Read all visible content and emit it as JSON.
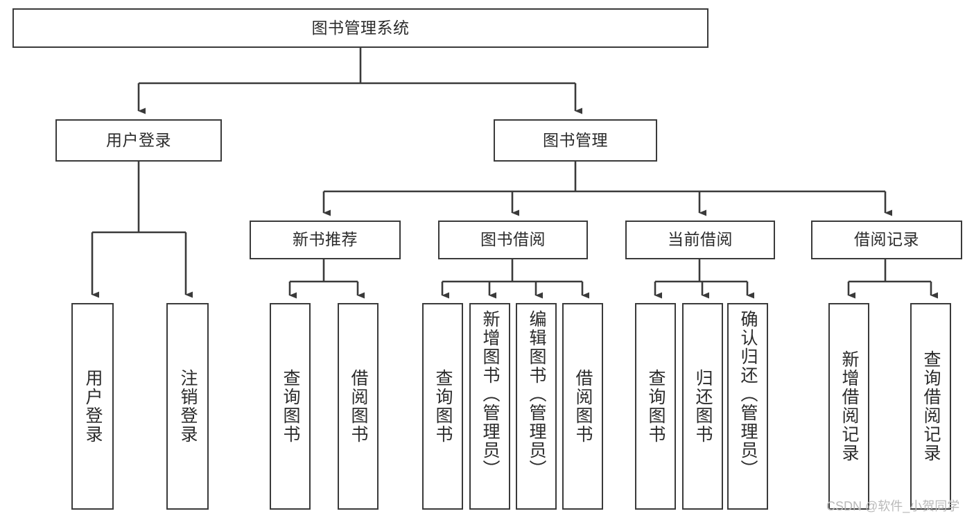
{
  "diagram": {
    "type": "tree-hierarchy-chart",
    "title": "图书管理系统",
    "line_color": "#3a3a3a",
    "box_fill": "#ffffff",
    "text_color": "#2b2b2b",
    "root": {
      "label": "图书管理系统"
    },
    "level2": [
      {
        "label": "用户登录"
      },
      {
        "label": "图书管理"
      }
    ],
    "level3": [
      {
        "label": "新书推荐"
      },
      {
        "label": "图书借阅"
      },
      {
        "label": "当前借阅"
      },
      {
        "label": "借阅记录"
      }
    ],
    "leaves": {
      "user_login": [
        {
          "label": "用户登录"
        },
        {
          "label": "注销登录"
        }
      ],
      "new_book_recommend": [
        {
          "label": "查询图书"
        },
        {
          "label": "借阅图书"
        }
      ],
      "book_borrow": [
        {
          "label": "查询图书"
        },
        {
          "label": "新增图书（管理员）"
        },
        {
          "label": "编辑图书（管理员）"
        },
        {
          "label": "借阅图书"
        }
      ],
      "current_borrow": [
        {
          "label": "查询图书"
        },
        {
          "label": "归还图书"
        },
        {
          "label": "确认归还（管理员）"
        }
      ],
      "borrow_record": [
        {
          "label": "新增借阅记录"
        },
        {
          "label": "查询借阅记录"
        }
      ]
    }
  },
  "watermark": {
    "text": "CSDN @软件_小贺同学",
    "color": "#b9b9b9"
  }
}
